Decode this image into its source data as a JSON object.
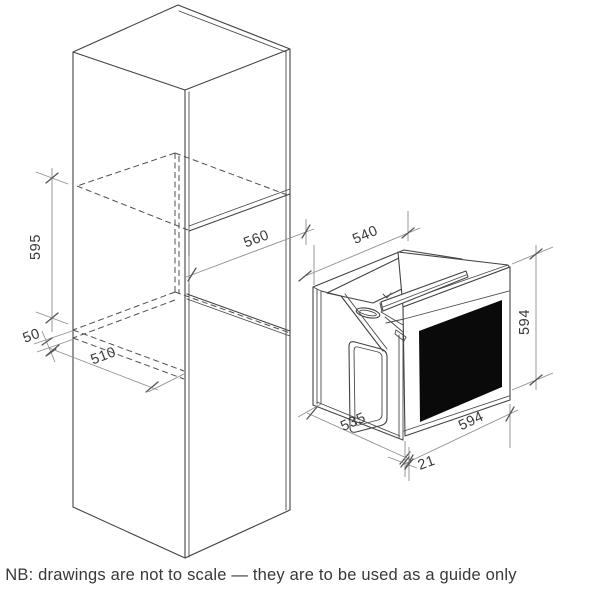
{
  "colors": {
    "background": "#ffffff",
    "line": "#434343",
    "dimension_line": "#8f8f8f",
    "text": "#3a3a3a",
    "oven_glass": "#0a0a0a"
  },
  "cabinet": {
    "dims": {
      "niche_height": "595",
      "niche_width": "560",
      "rear_clearance": "50",
      "niche_depth": "510"
    }
  },
  "oven": {
    "dims": {
      "top_width": "540",
      "front_height": "594",
      "body_depth": "535",
      "front_width": "594",
      "fascia_overhang": "21"
    }
  },
  "footer": {
    "note": "NB: drawings are not to scale — they are to be used as a guide only"
  }
}
